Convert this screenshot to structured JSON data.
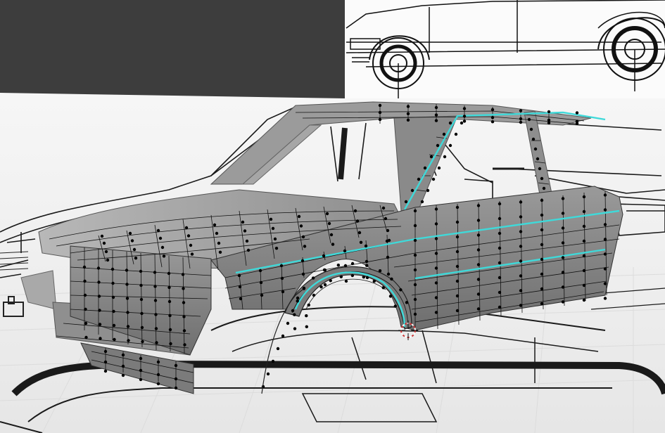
{
  "viewport": {
    "kind": "3d-modeling-viewport",
    "background_color": "#3d3d3d",
    "floor_color": "#f4f4f4",
    "mesh_color": "#8e8e8e",
    "wire_color": "#111111",
    "vertex_color": "#000000",
    "seam_color": "#3fd9d9",
    "cursor_color": "#cc3333"
  },
  "reference_images": [
    {
      "name": "side-view-blueprint"
    },
    {
      "name": "perspective-blueprint"
    },
    {
      "name": "floor-blueprint"
    }
  ],
  "mesh": {
    "name": "car-body-mesh",
    "mode": "edit"
  },
  "cursor": {
    "icon": "3d-cursor-icon"
  }
}
